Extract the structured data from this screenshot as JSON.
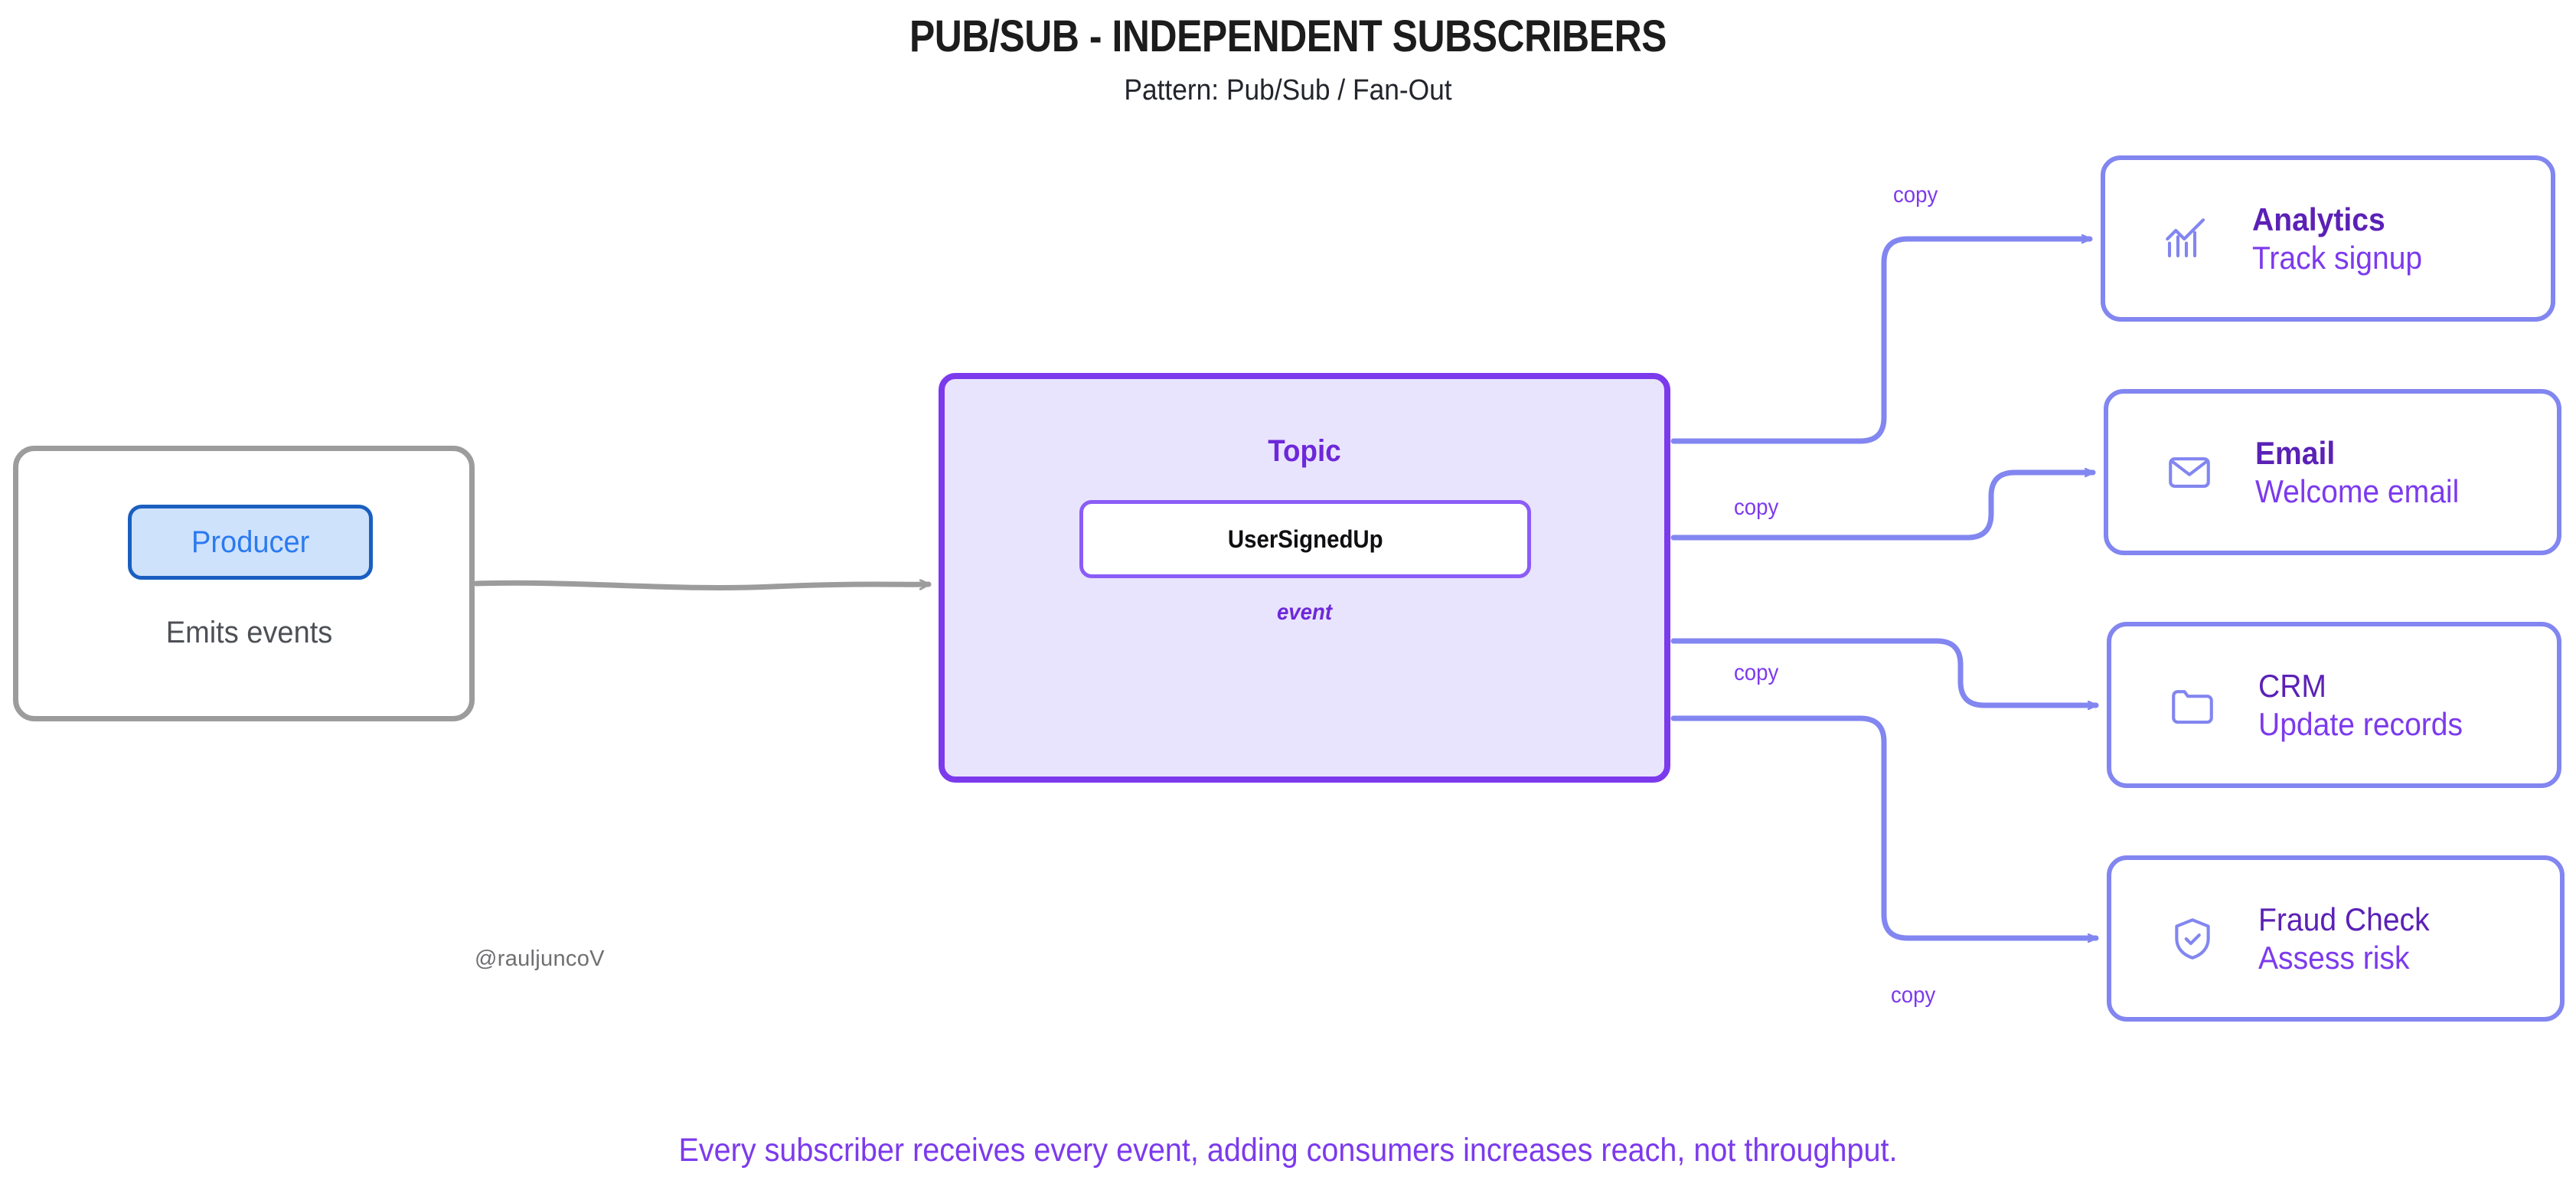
{
  "header": {
    "title": "PUB/SUB - INDEPENDENT SUBSCRIBERS",
    "subtitle": "Pattern: Pub/Sub / Fan-Out"
  },
  "producer": {
    "chip_label": "Producer",
    "caption": "Emits events"
  },
  "topic": {
    "title": "Topic",
    "event_name": "UserSignedUp",
    "caption": "event"
  },
  "subscribers": [
    {
      "title": "Analytics",
      "subtitle": "Track signup",
      "icon": "chart-up-icon",
      "bold_title": true
    },
    {
      "title": "Email",
      "subtitle": "Welcome email",
      "icon": "envelope-icon",
      "bold_title": true
    },
    {
      "title": "CRM",
      "subtitle": "Update records",
      "icon": "folder-icon",
      "bold_title": false
    },
    {
      "title": "Fraud Check",
      "subtitle": "Assess risk",
      "icon": "shield-check-icon",
      "bold_title": false
    }
  ],
  "edges": {
    "producer_to_topic": {
      "label": ""
    },
    "fanout_labels": [
      "copy",
      "copy",
      "copy",
      "copy"
    ]
  },
  "watermark": "@rauljuncoV",
  "footer": {
    "caption": "Every subscriber receives every event, adding consumers increases reach, not throughput."
  },
  "colors": {
    "topic_fill": "#e9e4fd",
    "topic_stroke": "#7c3aed",
    "producer_fill": "#cfe2fb",
    "producer_stroke": "#1a5fc0",
    "producer_group_stroke": "#9c9c9c",
    "card_stroke": "#8286f0",
    "edge_stroke": "#8286f0",
    "gray_edge_stroke": "#9c9c9c",
    "accent_text": "#7c3aed",
    "title_text": "#1c1c1c"
  }
}
